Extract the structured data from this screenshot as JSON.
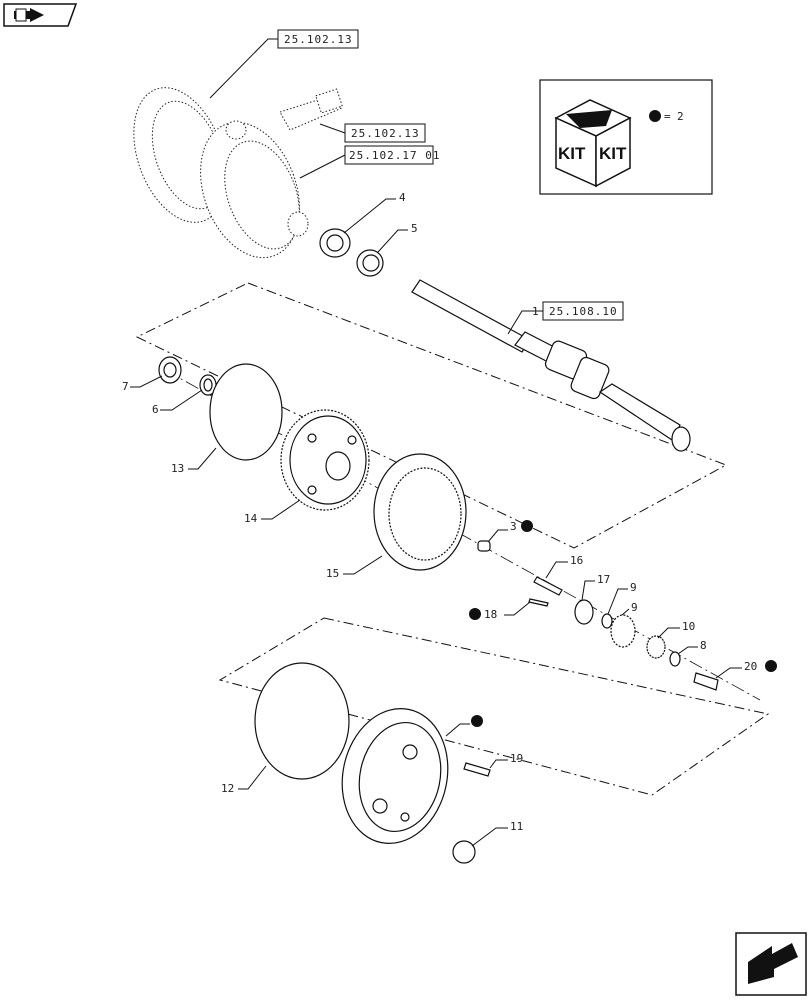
{
  "references": {
    "ref_top": "25.102.13",
    "ref_mid": "25.102.13",
    "ref_housing": "25.102.17 01",
    "ref_shaft": "25.108.10"
  },
  "kit": {
    "word1": "KIT",
    "word2": "KIT",
    "equals": "=",
    "count": "2"
  },
  "callouts": {
    "c1": "1",
    "c3": "3",
    "c4": "4",
    "c5": "5",
    "c6": "6",
    "c7": "7",
    "c8": "8",
    "c9a": "9",
    "c9b": "9",
    "c10": "10",
    "c11": "11",
    "c12": "12",
    "c13": "13",
    "c14": "14",
    "c15": "15",
    "c16": "16",
    "c17": "17",
    "c18": "18",
    "c19": "19",
    "c20": "20"
  },
  "icons": {
    "top_left": "book-arrow-icon",
    "bottom_right": "next-page-arrow-icon"
  }
}
